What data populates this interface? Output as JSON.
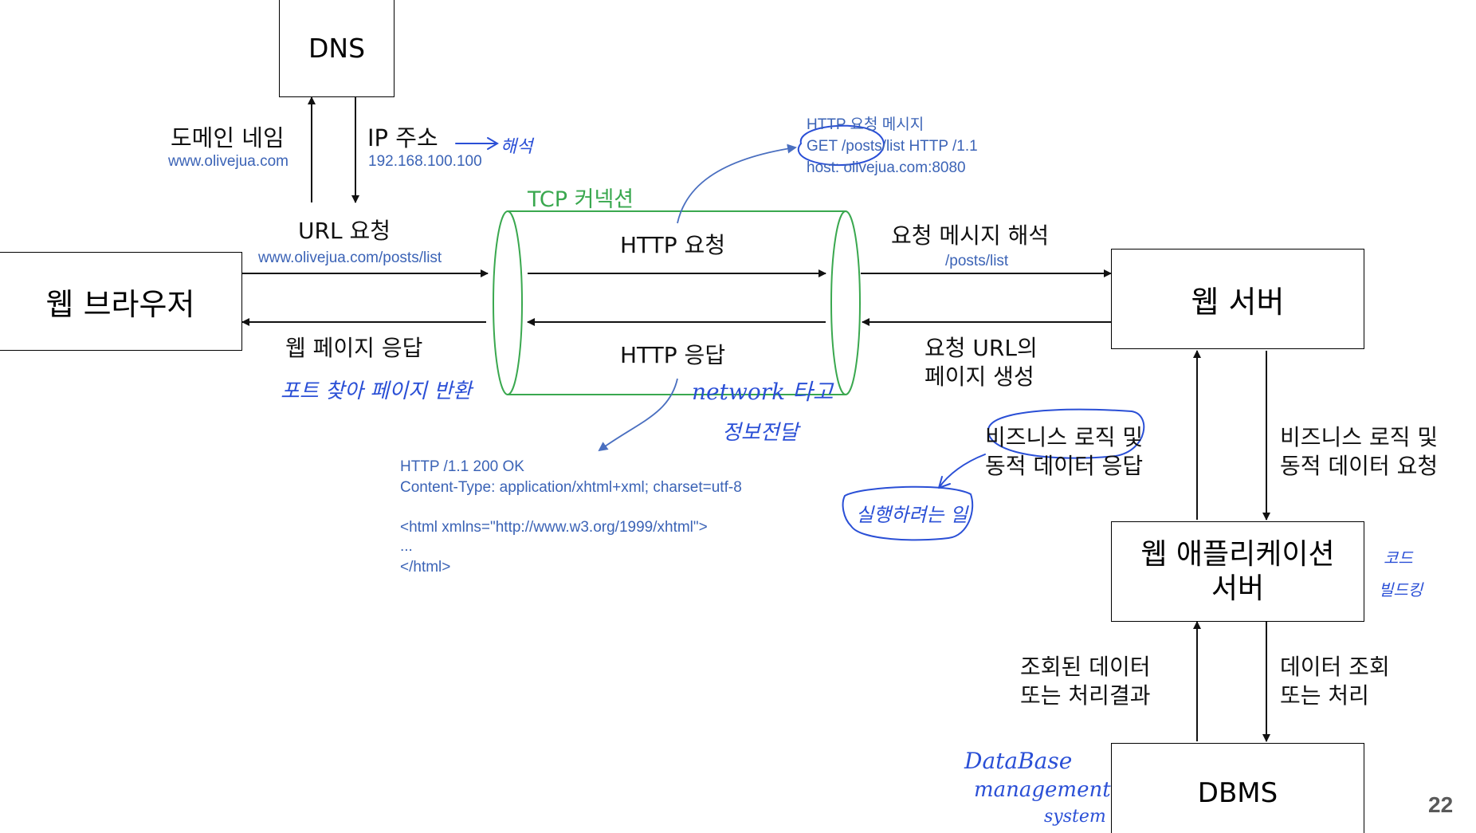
{
  "nodes": {
    "dns": "DNS",
    "browser": "웹 브라우저",
    "web_server": "웹 서버",
    "was_line1": "웹 애플리케이션",
    "was_line2": "서버",
    "dbms": "DBMS"
  },
  "labels": {
    "domain_name": "도메인 네임",
    "domain_example": "www.olivejua.com",
    "ip_address": "IP 주소",
    "ip_example": "192.168.100.100",
    "tcp_connection": "TCP 커넥션",
    "url_request": "URL 요청",
    "url_example": "www.olivejua.com/posts/list",
    "web_page_response": "웹 페이지 응답",
    "http_request": "HTTP 요청",
    "http_response": "HTTP 응답",
    "parse_request": "요청 메시지 해석",
    "parse_example": "/posts/list",
    "generate_page_line1": "요청 URL의",
    "generate_page_line2": "페이지 생성",
    "biz_response_line1": "비즈니스 로직 및",
    "biz_response_line2": "동적 데이터 응답",
    "biz_request_line1": "비즈니스 로직 및",
    "biz_request_line2": "동적 데이터 요청",
    "queried_data_line1": "조회된 데이터",
    "queried_data_line2": "또는 처리결과",
    "data_query_line1": "데이터 조회",
    "data_query_line2": "또는 처리"
  },
  "request_message": {
    "line1": "HTTP 요청 메시지",
    "line2": "GET /posts/list HTTP /1.1",
    "line3": "host: olivejua.com:8080"
  },
  "response_message": {
    "line1": "HTTP /1.1 200 OK",
    "line2": "Content-Type: application/xhtml+xml; charset=utf-8",
    "line3": "<html xmlns=\"http://www.w3.org/1999/xhtml\">",
    "line4": "...",
    "line5": "</html>"
  },
  "handwriting": {
    "ip_note": "해석",
    "browser_note": "포트 찾아 페이지 반환",
    "network_note1": "network 타고",
    "network_note2": "정보전달",
    "biz_note": "실행하려는 일",
    "was_note1": "코드",
    "was_note2": "빌드킹",
    "dbms_note1": "DataBase",
    "dbms_note2": "management",
    "dbms_note3": "system"
  },
  "page_number": "22",
  "colors": {
    "tcp_green": "#3aa84f",
    "note_blue": "#3b63b6",
    "ink_blue": "#2a4fd6"
  }
}
